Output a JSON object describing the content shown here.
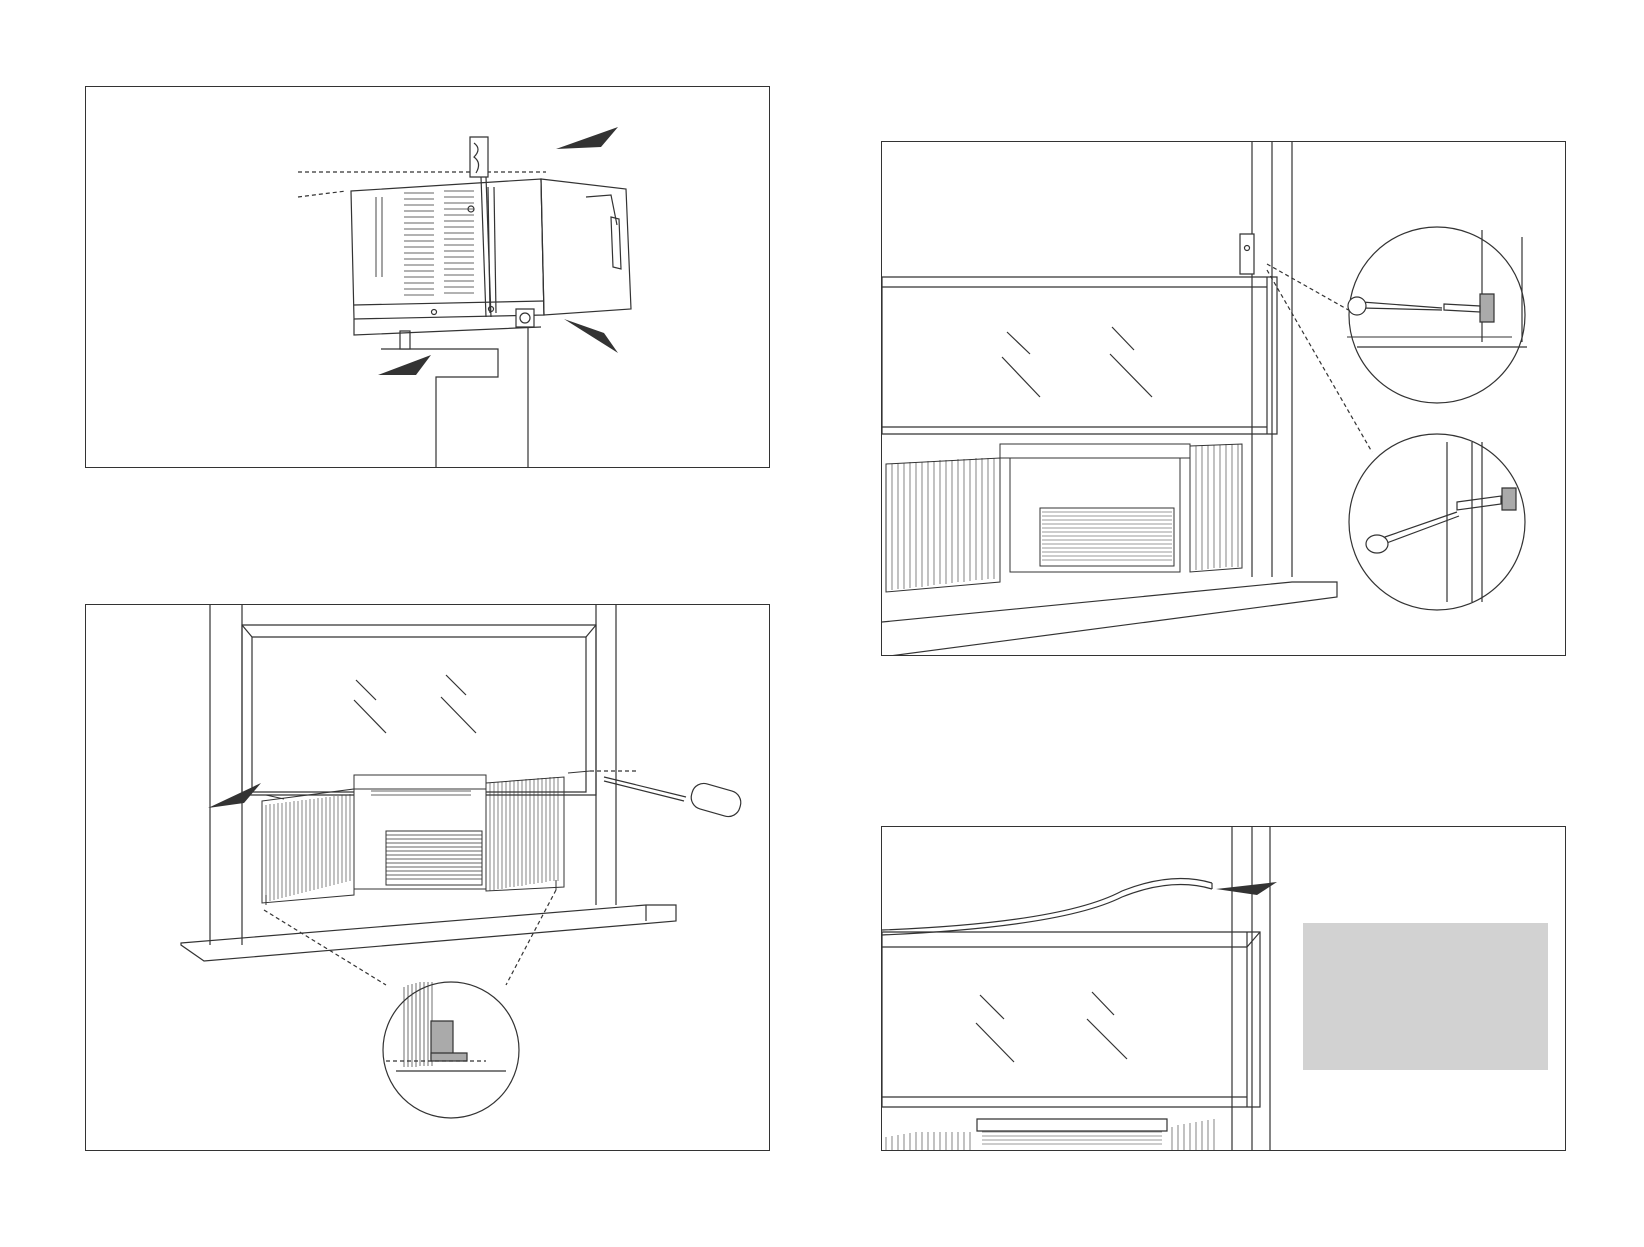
{
  "figures": [
    {
      "id": "fig-1",
      "name": "unit-tilt-in-window"
    },
    {
      "id": "fig-2",
      "name": "screw-top-channel"
    },
    {
      "id": "fig-3",
      "name": "side-bracket-detail"
    },
    {
      "id": "fig-4",
      "name": "foam-seal-sash"
    }
  ],
  "colors": {
    "line": "#333333",
    "callout_fill": "#d2d2d2",
    "frame": "#333333"
  }
}
